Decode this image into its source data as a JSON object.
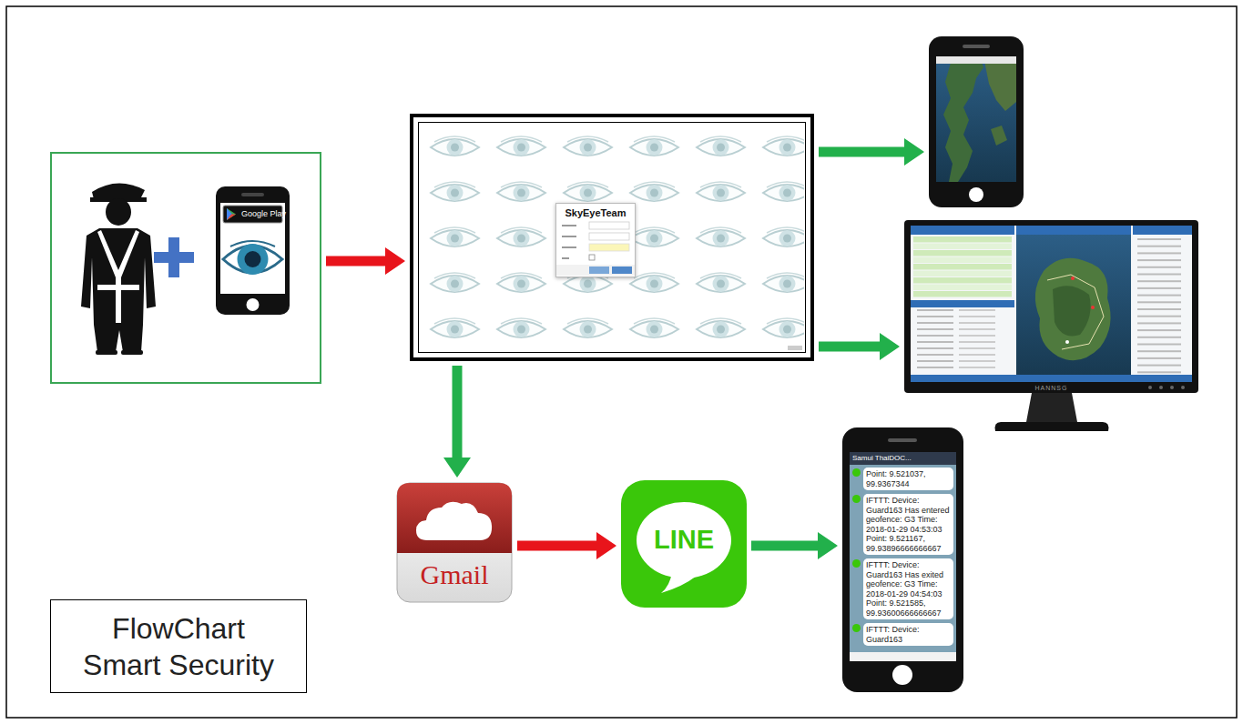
{
  "diagram": {
    "title": "FlowChart Smart Security",
    "nodes": [
      {
        "text": [
          "Google Play"
        ]
      },
      {
        "text": [
          "SkyEyeTeam"
        ]
      },
      {
        "text": []
      },
      {
        "text": [
          "HANNSG"
        ]
      },
      {
        "text": [
          "Gmail"
        ]
      },
      {
        "text": [
          "LINE"
        ]
      },
      {
        "text": [
          "Samui ThaiDOC...",
          "Point: 9.521037, 99.9367344",
          "IFTTT: Device: Guard163 Has entered geofence: G3 Time: 2018-01-29 04:53:03 Point: 9.521167, 99.93896666666667",
          "IFTTT: Device: Guard163 Has exited geofence: G3 Time: 2018-01-29 04:54:03 Point: 9.521585, 99.93600666666667",
          "IFTTT: Device: Guard163"
        ]
      }
    ],
    "edges": [
      {
        "from": 0,
        "to": 1,
        "arrow": "to"
      },
      {
        "from": 1,
        "to": 2,
        "arrow": "to"
      },
      {
        "from": 1,
        "to": 3,
        "arrow": "to"
      },
      {
        "from": 1,
        "to": 4,
        "arrow": "to"
      },
      {
        "from": 4,
        "to": 5,
        "arrow": "to"
      },
      {
        "from": 5,
        "to": 6,
        "arrow": "to"
      }
    ]
  }
}
